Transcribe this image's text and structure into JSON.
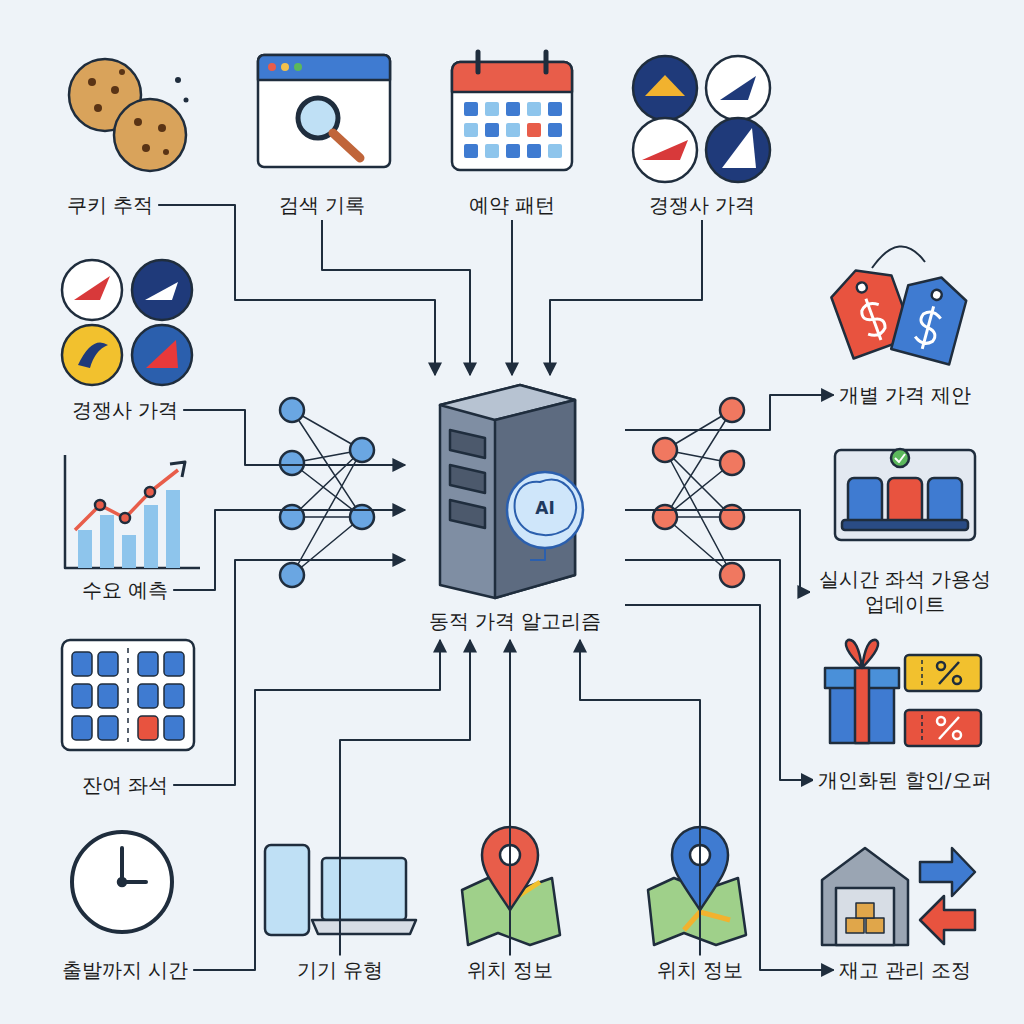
{
  "diagram": {
    "nodes": [
      {
        "text": [
          "쿠키 추적"
        ]
      },
      {
        "text": [
          "검색 기록"
        ]
      },
      {
        "text": [
          "예약 패턴"
        ]
      },
      {
        "text": [
          "경쟁사 가격"
        ]
      },
      {
        "text": [
          "경쟁사 가격"
        ]
      },
      {
        "text": [
          "수요 예측"
        ]
      },
      {
        "text": [
          "잔여 좌석"
        ]
      },
      {
        "text": [
          "출발까지 시간"
        ]
      },
      {
        "text": [
          "기기 유형"
        ]
      },
      {
        "text": [
          "위치 정보"
        ]
      },
      {
        "text": [
          "위치 정보"
        ]
      },
      {
        "text": [
          "동적 가격 알고리즘"
        ]
      },
      {
        "text": [
          "개별 가격 제안"
        ]
      },
      {
        "text": [
          "실시간 좌석 가용성 업데이트"
        ]
      },
      {
        "text": [
          "개인화된 할인/오퍼"
        ]
      },
      {
        "text": [
          "재고 관리 조정"
        ]
      }
    ],
    "edges": [
      {
        "from": 0,
        "to": 11,
        "arrow": "to"
      },
      {
        "from": 1,
        "to": 11,
        "arrow": "to"
      },
      {
        "from": 2,
        "to": 11,
        "arrow": "to"
      },
      {
        "from": 3,
        "to": 11,
        "arrow": "to"
      },
      {
        "from": 4,
        "to": 11,
        "arrow": "to"
      },
      {
        "from": 5,
        "to": 11,
        "arrow": "to"
      },
      {
        "from": 6,
        "to": 11,
        "arrow": "to"
      },
      {
        "from": 7,
        "to": 11,
        "arrow": "to"
      },
      {
        "from": 8,
        "to": 11,
        "arrow": "to"
      },
      {
        "from": 9,
        "to": 11,
        "arrow": "to"
      },
      {
        "from": 10,
        "to": 11,
        "arrow": "to"
      },
      {
        "from": 11,
        "to": 12,
        "arrow": "to"
      },
      {
        "from": 11,
        "to": 13,
        "arrow": "to"
      },
      {
        "from": 11,
        "to": 14,
        "arrow": "to"
      },
      {
        "from": 11,
        "to": 15,
        "arrow": "to"
      }
    ],
    "labels": [
      "AI"
    ]
  }
}
